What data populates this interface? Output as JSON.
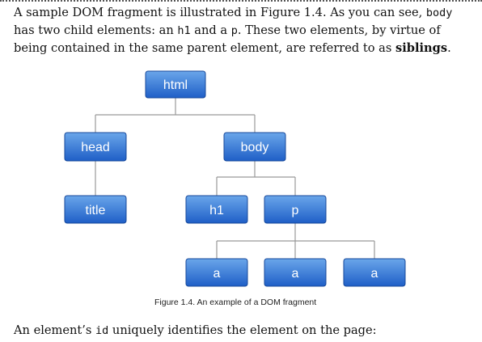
{
  "intro": {
    "t1": "A sample DOM fragment is illustrated in Figure 1.4. As you can see, ",
    "code_body": "body",
    "t2": " has two child elements: an ",
    "code_h1": "h1",
    "t3": " and a ",
    "code_p": "p",
    "t4": ". These two elements, by virtue of being contained in the same parent element, are referred to as ",
    "term_siblings": "siblings",
    "t5": "."
  },
  "tree": {
    "nodes": {
      "html": "html",
      "head": "head",
      "body": "body",
      "title": "title",
      "h1": "h1",
      "p": "p",
      "a1": "a",
      "a2": "a",
      "a3": "a"
    },
    "node_color_top": "#6aa6ea",
    "node_color_bottom": "#1f5fc7",
    "connector_color": "#999999"
  },
  "caption": "Figure 1.4. An example of a DOM fragment",
  "outro": {
    "t1": "An element’s ",
    "code_id": "id",
    "t2": " uniquely identifies the element on the page:"
  }
}
